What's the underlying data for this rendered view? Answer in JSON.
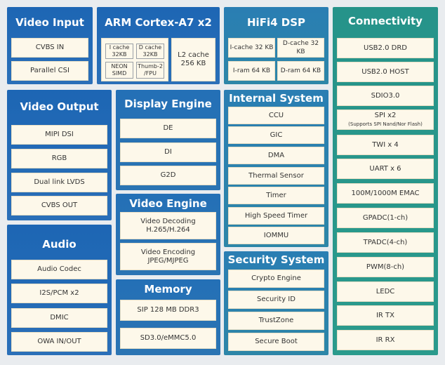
{
  "video_input": {
    "title": "Video Input",
    "items": [
      "CVBS IN",
      "Parallel CSI"
    ]
  },
  "arm": {
    "title": "ARM Cortex-A7 x2",
    "icache": "I cache\n32KB",
    "dcache": "D cache\n32KB",
    "neon": "NEON\nSIMD",
    "thumb": "Thumb-2\n/FPU",
    "l2": "L2 cache\n256 KB"
  },
  "hifi": {
    "title": "HiFi4 DSP",
    "items": [
      "I-cache 32 KB",
      "D-cache 32 KB",
      "I-ram 64 KB",
      "D-ram 64 KB"
    ]
  },
  "connectivity": {
    "title": "Connectivity",
    "items": [
      "USB2.0 DRD",
      "USB2.0 HOST",
      "SDIO3.0",
      "SPI x2",
      "TWI x 4",
      "UART x 6",
      "100M/1000M EMAC",
      "GPADC(1-ch)",
      "TPADC(4-ch)",
      "PWM(8-ch)",
      "LEDC",
      "IR TX",
      "IR RX"
    ],
    "spi_sub": "(Supports SPI Nand/Nor Flash)"
  },
  "video_output": {
    "title": "Video Output",
    "items": [
      "MIPI DSI",
      "RGB",
      "Dual link LVDS",
      "CVBS OUT"
    ]
  },
  "display_engine": {
    "title": "Display Engine",
    "items": [
      "DE",
      "DI",
      "G2D"
    ]
  },
  "internal_system": {
    "title": "Internal System",
    "items": [
      "CCU",
      "GIC",
      "DMA",
      "Thermal Sensor",
      "Timer",
      "High Speed Timer",
      "IOMMU"
    ]
  },
  "video_engine": {
    "title": "Video Engine",
    "items": [
      "Video Decoding\nH.265/H.264",
      "Video Encoding\nJPEG/MJPEG"
    ]
  },
  "audio": {
    "title": "Audio",
    "items": [
      "Audio Codec",
      "I2S/PCM x2",
      "DMIC",
      "OWA IN/OUT"
    ]
  },
  "memory": {
    "title": "Memory",
    "items": [
      "SIP 128 MB DDR3",
      "SD3.0/eMMC5.0"
    ]
  },
  "security_system": {
    "title": "Security System",
    "items": [
      "Crypto Engine",
      "Security ID",
      "TrustZone",
      "Secure Boot"
    ]
  }
}
